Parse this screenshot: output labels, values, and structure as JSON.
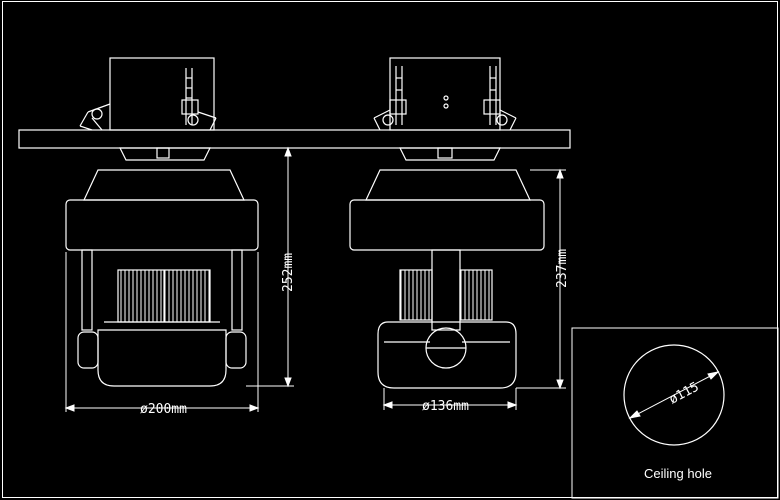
{
  "drawing": {
    "colors": {
      "background": "#000000",
      "line": "#ffffff"
    },
    "left_fixture": {
      "diameter_label": "ø200mm",
      "height_label": "252mm"
    },
    "right_fixture": {
      "diameter_label": "ø136mm",
      "height_label": "237mm"
    },
    "ceiling_hole": {
      "diameter_label": "ø115",
      "caption": "Ceiling hole"
    }
  }
}
